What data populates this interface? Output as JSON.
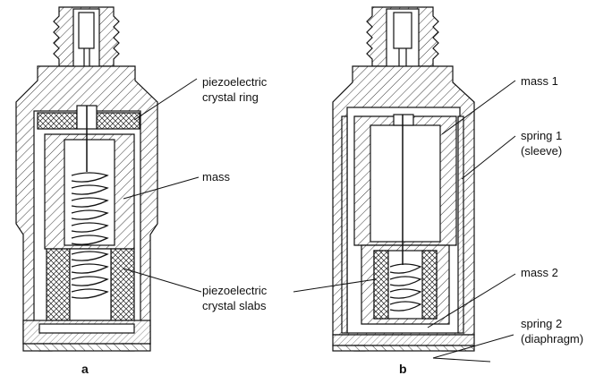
{
  "diagram": {
    "panel_a": {
      "letter": "a",
      "labels": {
        "ring_line1": "piezoelectric",
        "ring_line2": "crystal ring",
        "mass": "mass",
        "slabs_line1": "piezoelectric",
        "slabs_line2": "crystal slabs"
      }
    },
    "panel_b": {
      "letter": "b",
      "labels": {
        "mass1": "mass 1",
        "spring1_line1": "spring 1",
        "spring1_line2": "(sleeve)",
        "mass2": "mass 2",
        "spring2_line1": "spring 2",
        "spring2_line2": "(diaphragm)"
      }
    },
    "colors": {
      "line": "#111111",
      "background": "#ffffff"
    }
  }
}
